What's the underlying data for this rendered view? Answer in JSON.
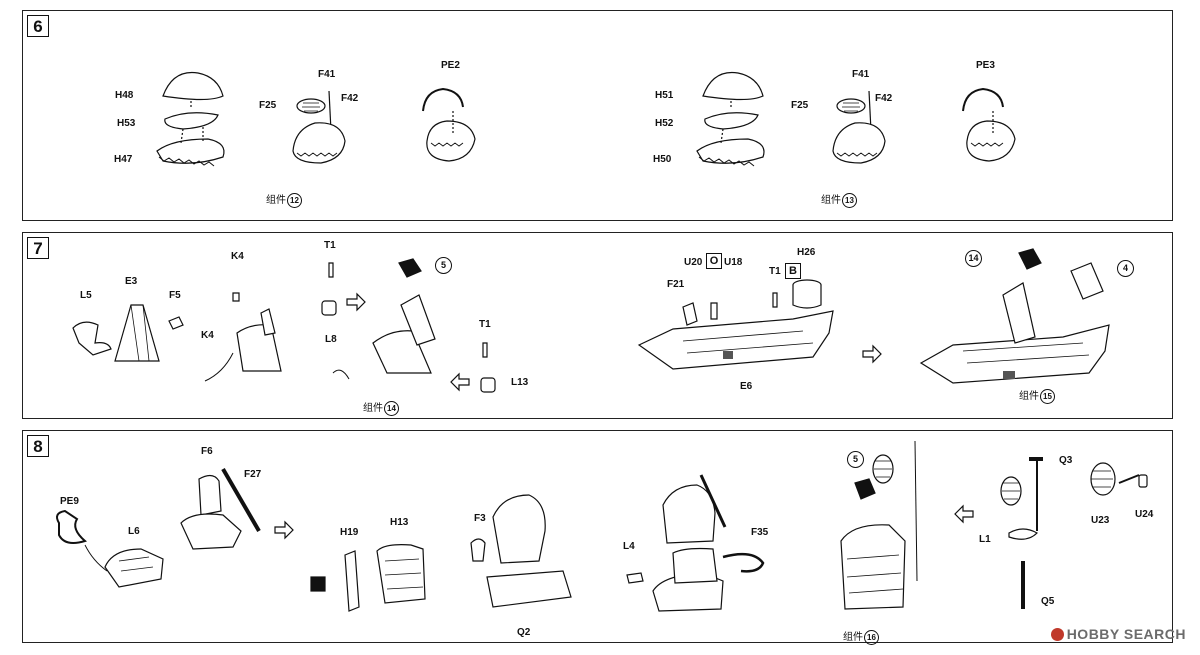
{
  "steps": {
    "s6": {
      "number": "6",
      "labels": {
        "h48": "H48",
        "h53": "H53",
        "h47": "H47",
        "f41a": "F41",
        "f25a": "F25",
        "f42a": "F42",
        "pe2": "PE2",
        "h51": "H51",
        "h52": "H52",
        "h50": "H50",
        "f41b": "F41",
        "f25b": "F25",
        "f42b": "F42",
        "pe3": "PE3"
      },
      "captions": {
        "c12": {
          "text": "组件",
          "num": "12"
        },
        "c13": {
          "text": "组件",
          "num": "13"
        }
      }
    },
    "s7": {
      "number": "7",
      "labels": {
        "l5": "L5",
        "e3": "E3",
        "f5": "F5",
        "k4a": "K4",
        "k4b": "K4",
        "t1a": "T1",
        "l8": "L8",
        "t1b": "T1",
        "l13": "L13",
        "u20": "U20",
        "u18": "U18",
        "f21": "F21",
        "t1c": "T1",
        "h26": "H26",
        "e6": "E6"
      },
      "box_o": "O",
      "box_b": "B",
      "bubbles": {
        "b5": "5",
        "b14": "14",
        "b4": "4"
      },
      "captions": {
        "c14": {
          "text": "组件",
          "num": "14"
        },
        "c15": {
          "text": "组件",
          "num": "15"
        }
      }
    },
    "s8": {
      "number": "8",
      "labels": {
        "pe9": "PE9",
        "l6": "L6",
        "f6": "F6",
        "f27": "F27",
        "h19": "H19",
        "h13": "H13",
        "f3": "F3",
        "q2": "Q2",
        "l4": "L4",
        "f35": "F35",
        "q3": "Q3",
        "u23": "U23",
        "u24": "U24",
        "l1": "L1",
        "q5": "Q5"
      },
      "bubbles": {
        "b5": "5"
      },
      "captions": {
        "c16": {
          "text": "组件",
          "num": "16"
        }
      }
    }
  },
  "watermark": "HOBBY SEARCH",
  "colors": {
    "ink": "#111111",
    "watermark": "#6b6b6b",
    "accent": "#c0392b"
  }
}
